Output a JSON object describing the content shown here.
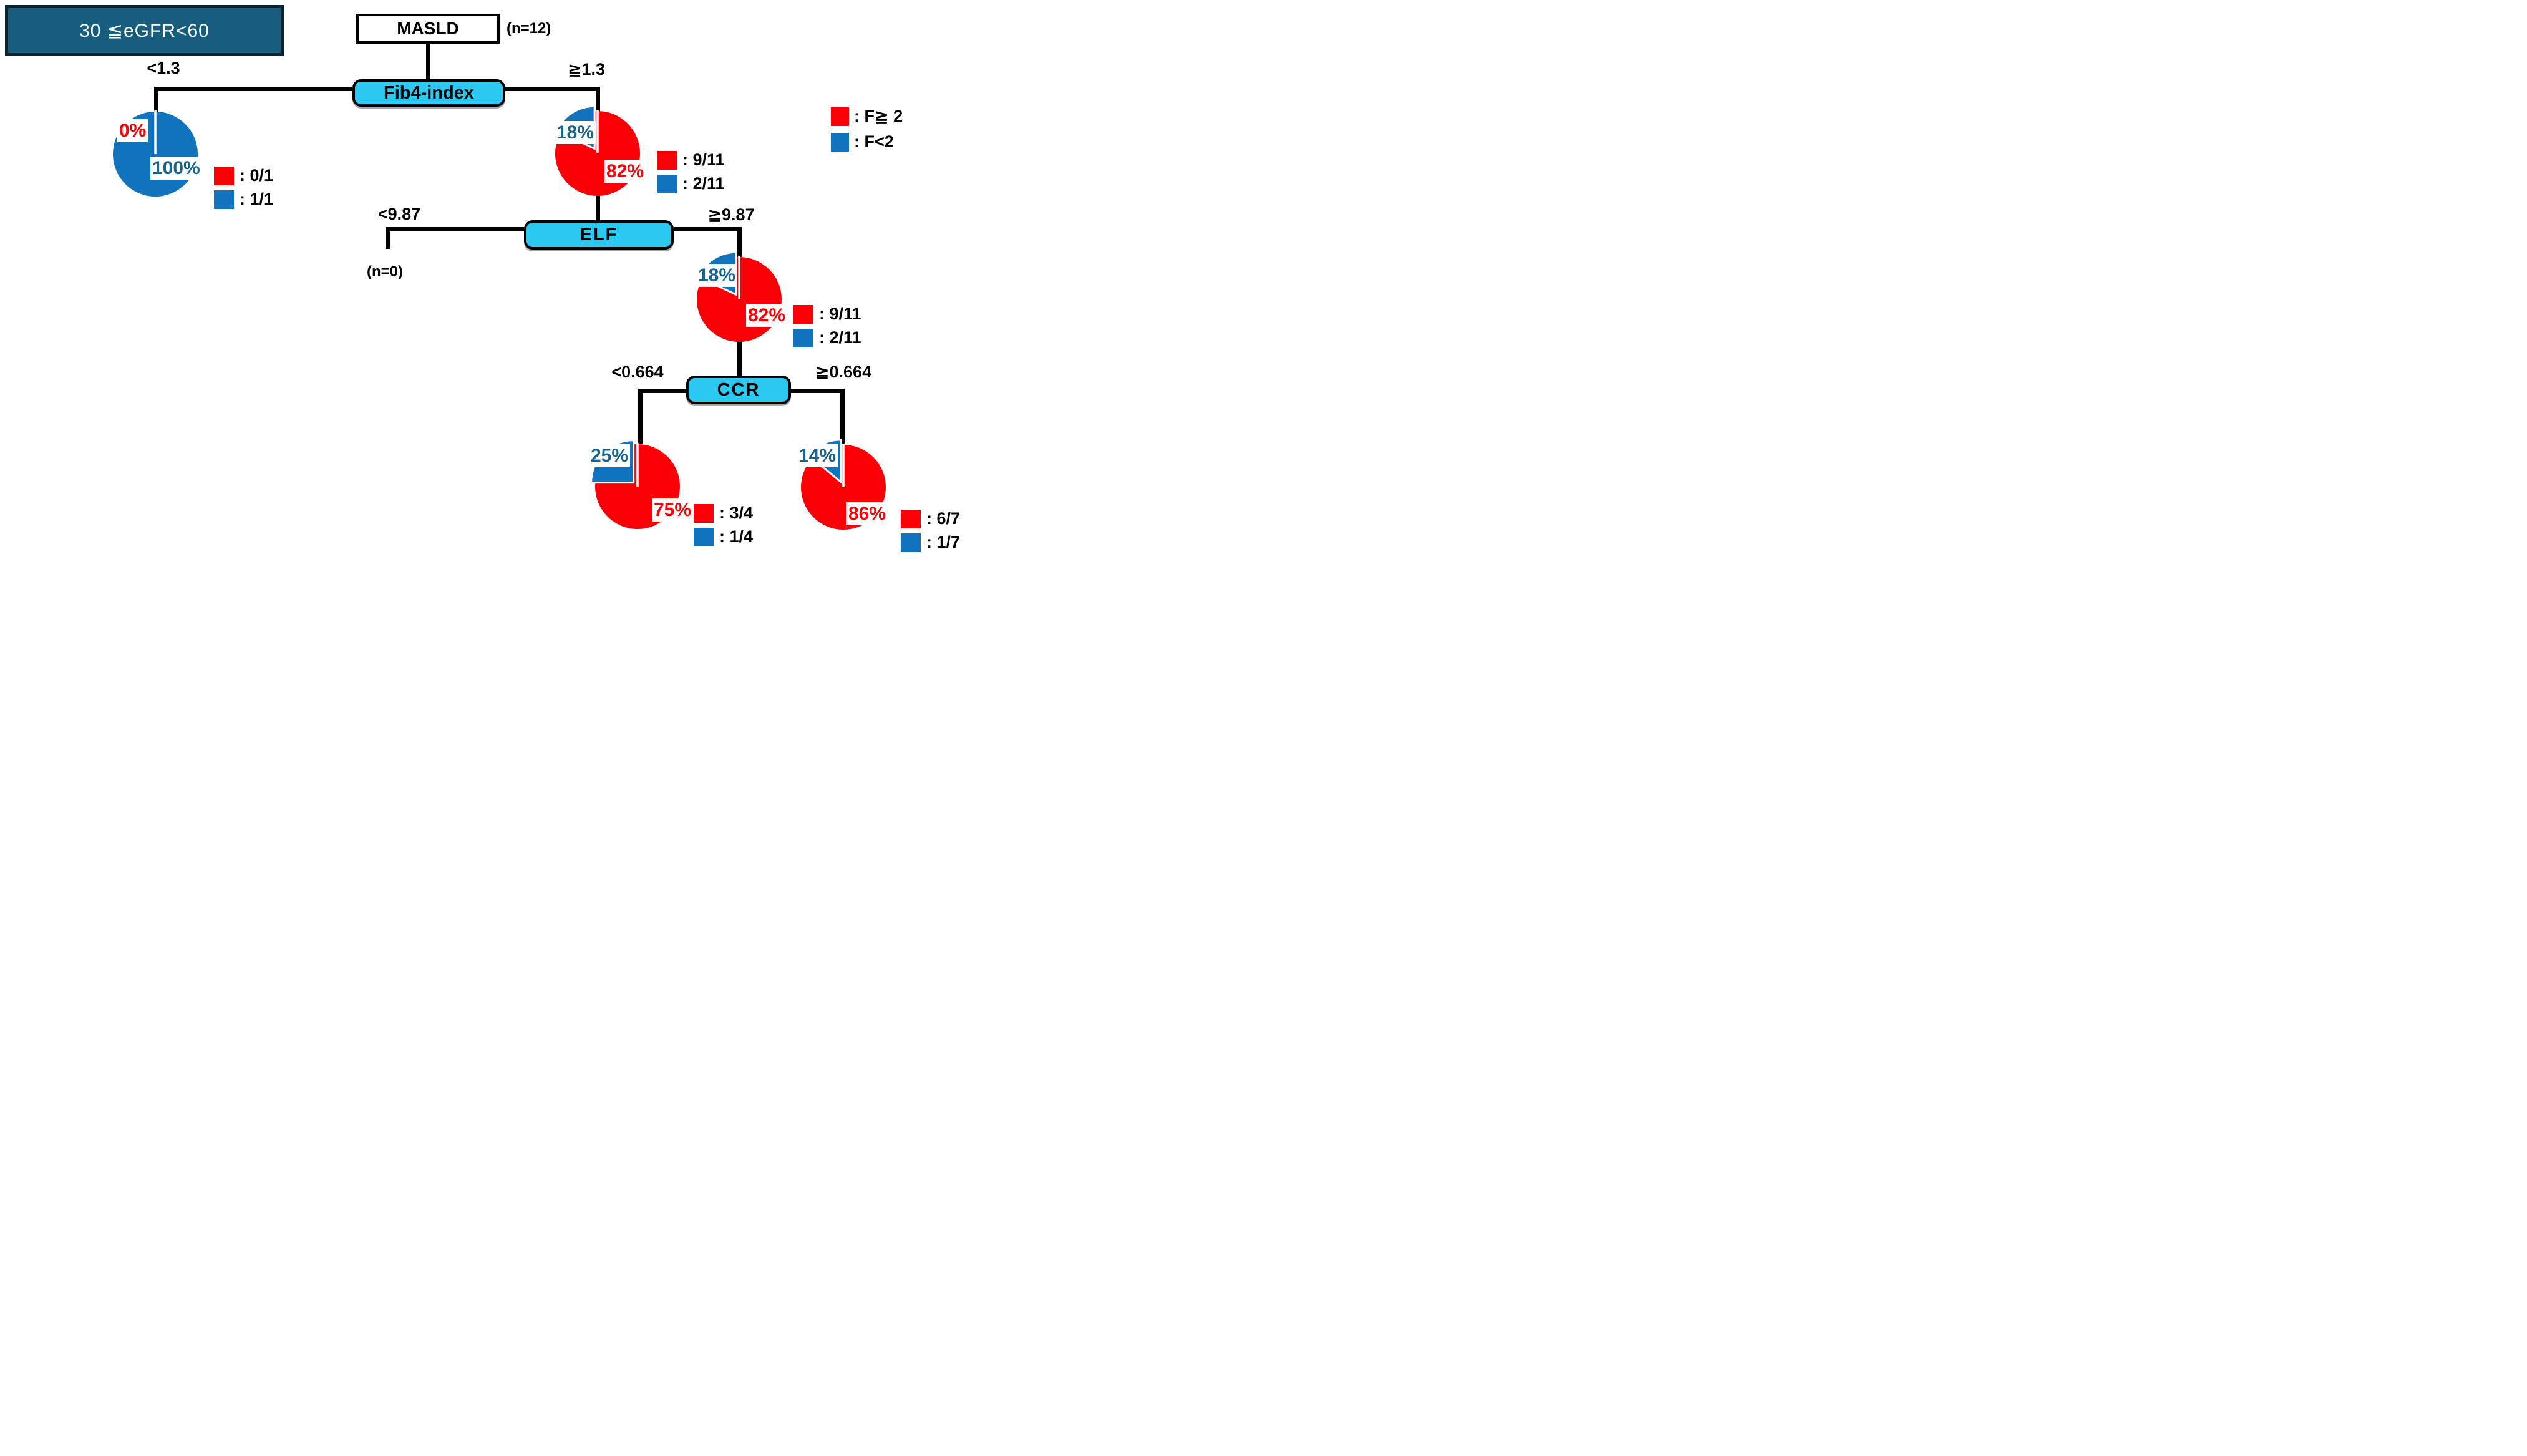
{
  "header": {
    "title": "30 ≦eGFR<60"
  },
  "root": {
    "label": "MASLD",
    "count": "(n=12)"
  },
  "f_legend": {
    "red": ": F≧ 2",
    "blue": ": F<2"
  },
  "nodes": {
    "fib4": {
      "label": "Fib4-index",
      "left": "<1.3",
      "right": "≧1.3"
    },
    "elf": {
      "label": "ELF",
      "left": "<9.87",
      "right": "≧9.87",
      "left_result": "(n=0)"
    },
    "ccr": {
      "label": "CCR",
      "left": "<0.664",
      "right": "≧0.664"
    }
  },
  "pies": [
    {
      "id": "fib4-low",
      "red_pct": 0,
      "blue_pct": 100,
      "red_label": "0%",
      "blue_label": "100%",
      "red_legend": ": 0/1",
      "blue_legend": ": 1/1"
    },
    {
      "id": "fib4-high",
      "red_pct": 82,
      "blue_pct": 18,
      "red_label": "82%",
      "blue_label": "18%",
      "red_legend": ": 9/11",
      "blue_legend": ": 2/11"
    },
    {
      "id": "elf-high",
      "red_pct": 82,
      "blue_pct": 18,
      "red_label": "82%",
      "blue_label": "18%",
      "red_legend": ": 9/11",
      "blue_legend": ": 2/11"
    },
    {
      "id": "ccr-low",
      "red_pct": 75,
      "blue_pct": 25,
      "red_label": "75%",
      "blue_label": "25%",
      "red_legend": ": 3/4",
      "blue_legend": ": 1/4"
    },
    {
      "id": "ccr-high",
      "red_pct": 86,
      "blue_pct": 14,
      "red_label": "86%",
      "blue_label": "14%",
      "red_legend": ": 6/7",
      "blue_legend": ": 1/7"
    }
  ],
  "colors": {
    "red": "#FA0006",
    "blue": "#1173BD",
    "cyan": "#2BC9F1",
    "header_bg": "#175E7E",
    "header_border": "#0A2531",
    "pct_teal": "#19648C"
  }
}
